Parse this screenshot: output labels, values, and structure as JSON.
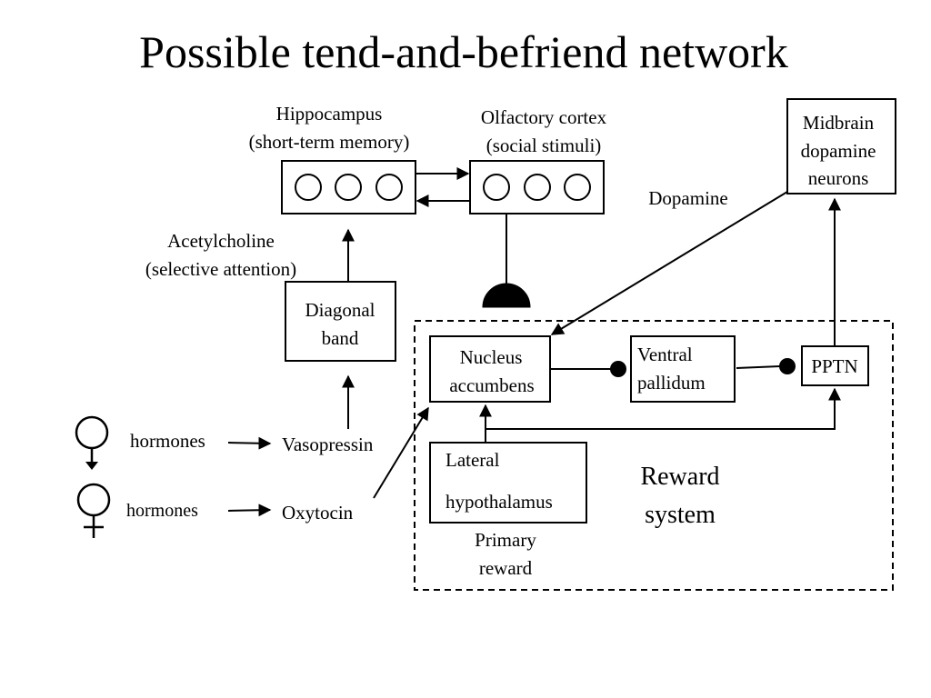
{
  "title": "Possible tend-and-befriend network",
  "nodes": {
    "hippocampus": {
      "line1": "Hippocampus",
      "line2": "(short-term memory)"
    },
    "olfactory": {
      "line1": "Olfactory cortex",
      "line2": "(social stimuli)"
    },
    "midbrain": {
      "line1": "Midbrain",
      "line2": "dopamine",
      "line3": "neurons"
    },
    "dopamine": "Dopamine",
    "acetylcholine": {
      "line1": "Acetylcholine",
      "line2": "(selective attention)"
    },
    "diagonal_band": {
      "line1": "Diagonal",
      "line2": "band"
    },
    "nucleus_accumbens": {
      "line1": "Nucleus",
      "line2": "accumbens"
    },
    "ventral_pallidum": {
      "line1": "Ventral",
      "line2": "pallidum"
    },
    "pptn": "PPTN",
    "lateral_hypothalamus": {
      "line1": "Lateral",
      "line2": "hypothalamus"
    },
    "primary_reward": {
      "line1": "Primary",
      "line2": "reward"
    },
    "reward_system": {
      "line1": "Reward",
      "line2": "system"
    },
    "hormones_male": "hormones",
    "hormones_female": "hormones",
    "vasopressin": "Vasopressin",
    "oxytocin": "Oxytocin"
  }
}
